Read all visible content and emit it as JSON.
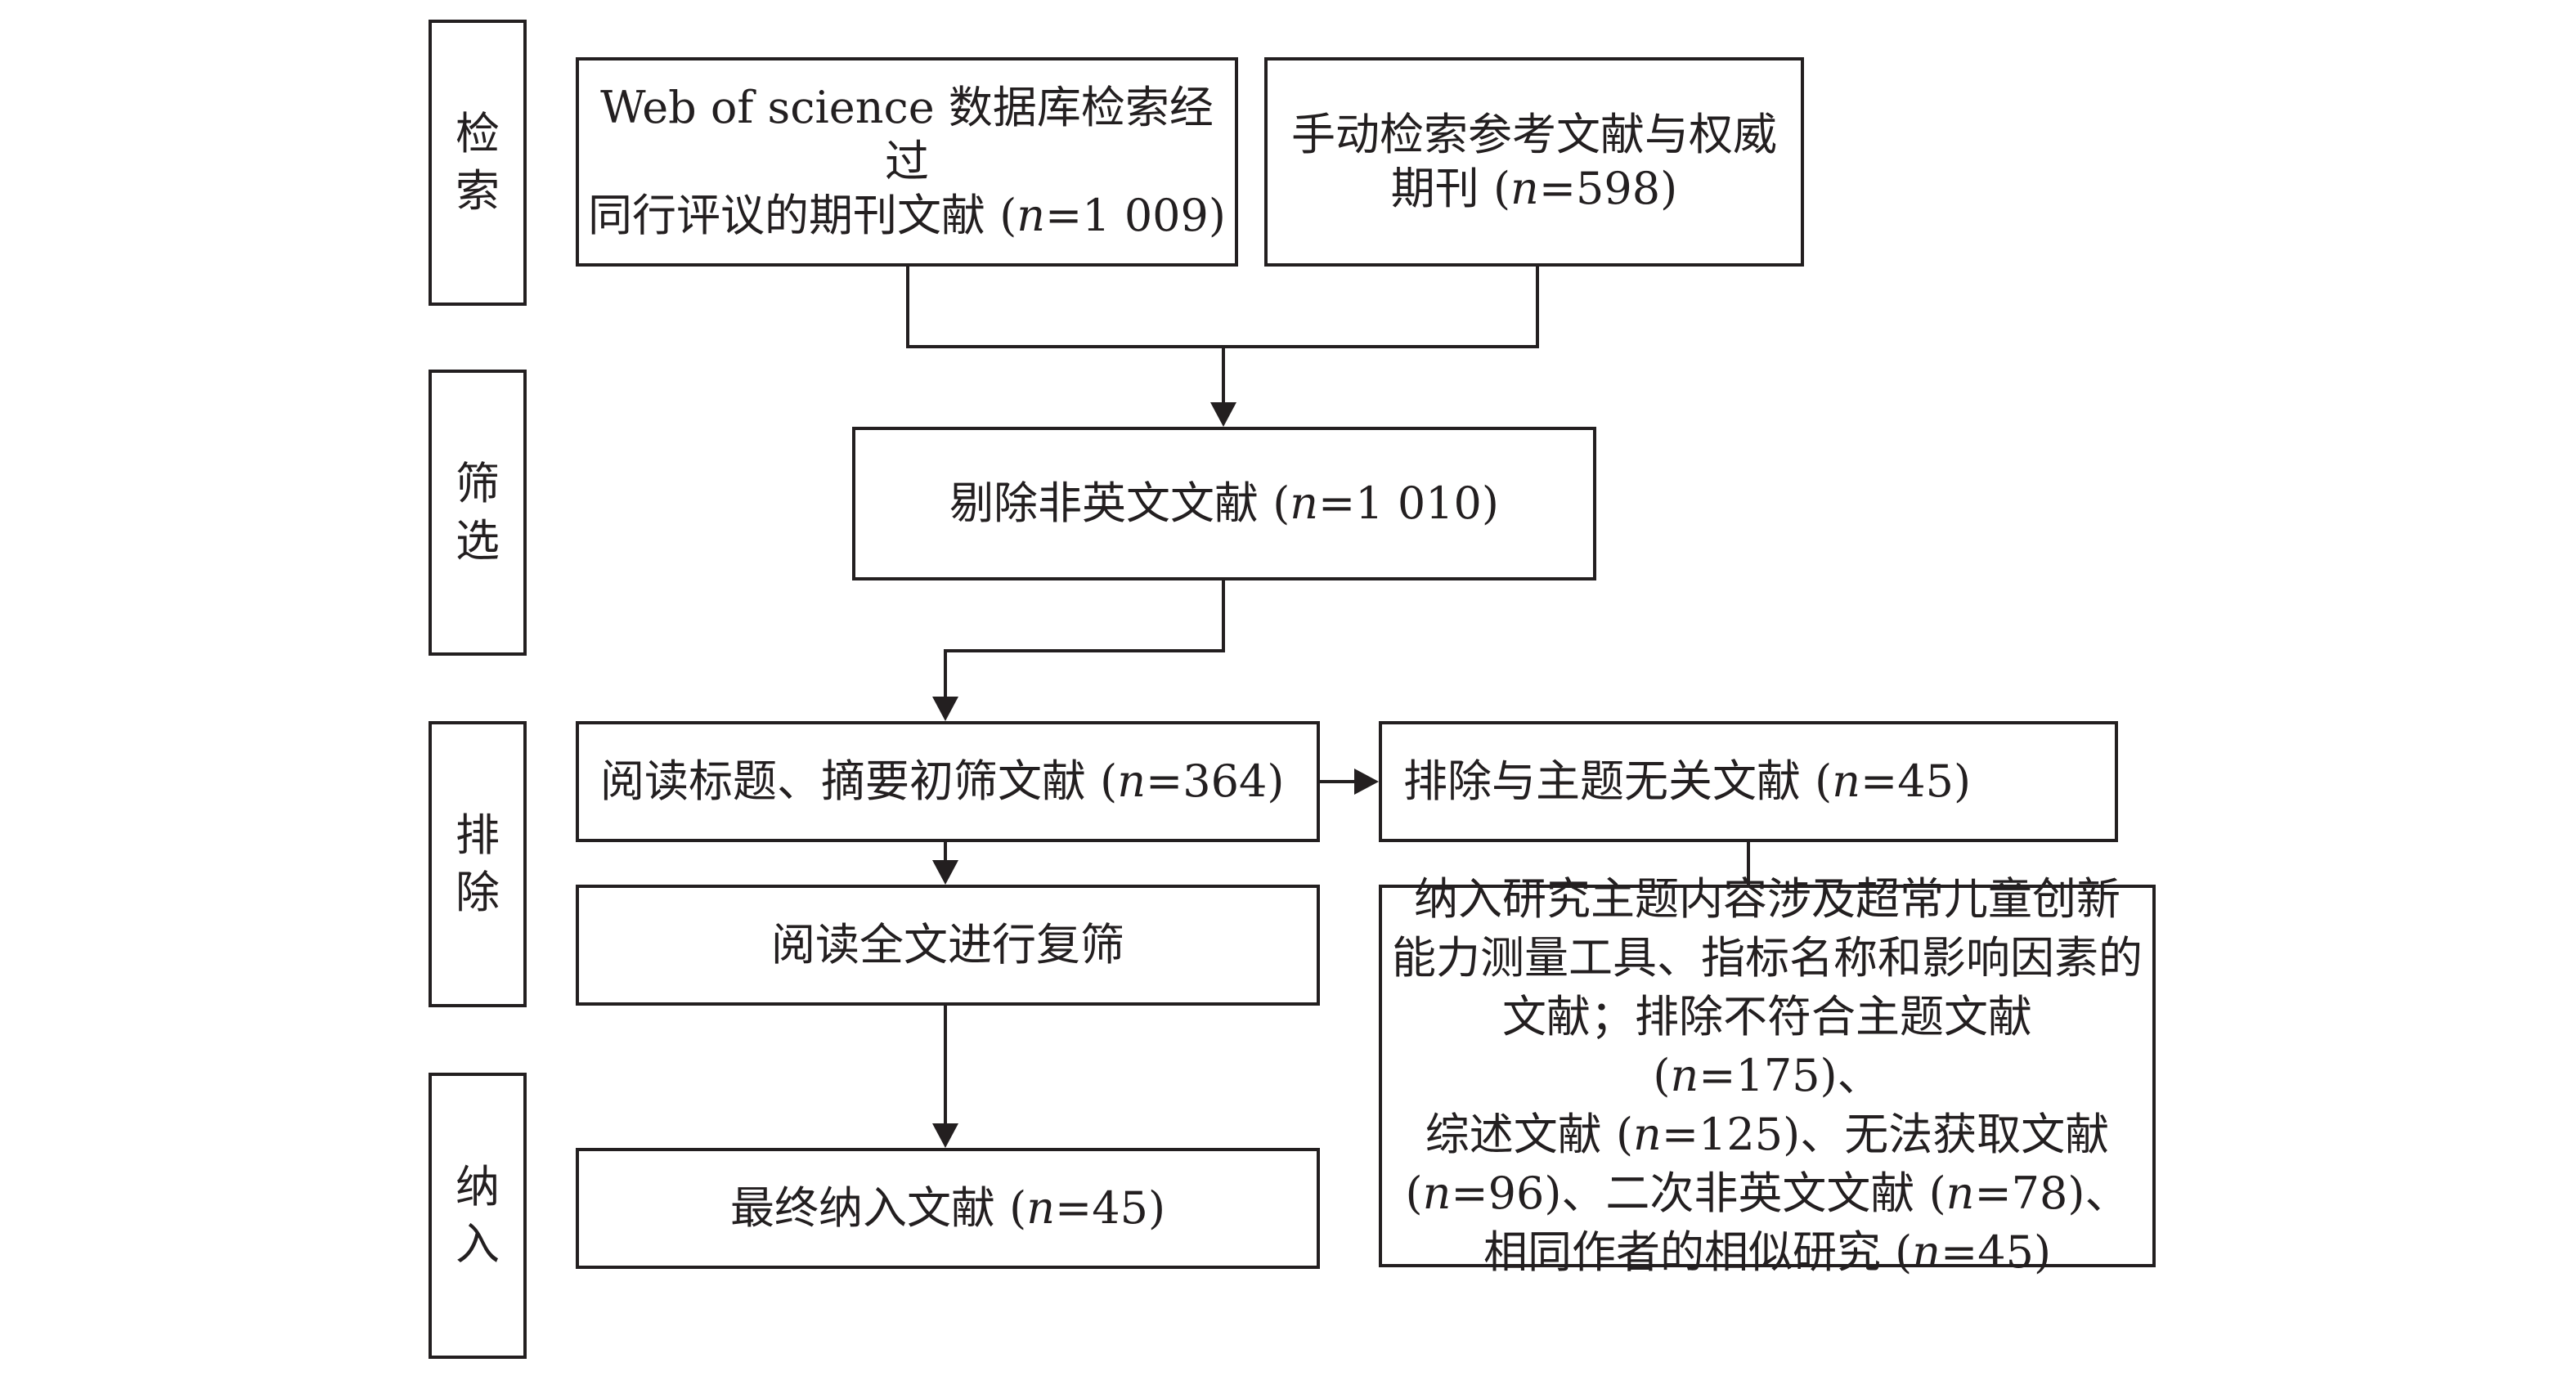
{
  "stages": [
    {
      "id": "search",
      "chars": [
        "检",
        "索"
      ]
    },
    {
      "id": "screen",
      "chars": [
        "筛",
        "选"
      ]
    },
    {
      "id": "exclude",
      "chars": [
        "排",
        "除"
      ]
    },
    {
      "id": "include",
      "chars": [
        "纳",
        "入"
      ]
    }
  ],
  "boxes": {
    "wos": {
      "line1": "Web of science 数据库检索经过",
      "line2_prefix": "同行评议的期刊文献 (",
      "n_var": "n",
      "line2_suffix": "=1 009)"
    },
    "manual": {
      "line1": "手动检索参考文献与权威",
      "line2_prefix": "期刊 (",
      "n_var": "n",
      "line2_suffix": "=598)"
    },
    "non_english": {
      "prefix": "剔除非英文文献 (",
      "n_var": "n",
      "suffix": "=1 010)"
    },
    "title_abstract": {
      "prefix": "阅读标题、摘要初筛文献 (",
      "n_var": "n",
      "suffix": "=364)"
    },
    "irrelevant": {
      "prefix": "排除与主题无关文献 (",
      "n_var": "n",
      "suffix": "=45)"
    },
    "fulltext": {
      "text": "阅读全文进行复筛"
    },
    "final": {
      "prefix": "最终纳入文献 (",
      "n_var": "n",
      "suffix": "=45)"
    },
    "criteria": {
      "line1": "纳入研究主题内容涉及超常儿童创新",
      "line2": "能力测量工具、指标名称和影响因素的",
      "line3_prefix": "文献；排除不符合主题文献 (",
      "n_var": "n",
      "line3_suffix": "=175)、",
      "line4_prefix": "综述文献 (",
      "line4_suffix": "=125)、无法获取文献",
      "line5_prefix": "(",
      "line5_suffix": "=96)、二次非英文文献 (",
      "line5_n2_suffix": "=78)、",
      "line6_prefix": "相同作者的相似研究 (",
      "line6_suffix": "=45)"
    }
  }
}
